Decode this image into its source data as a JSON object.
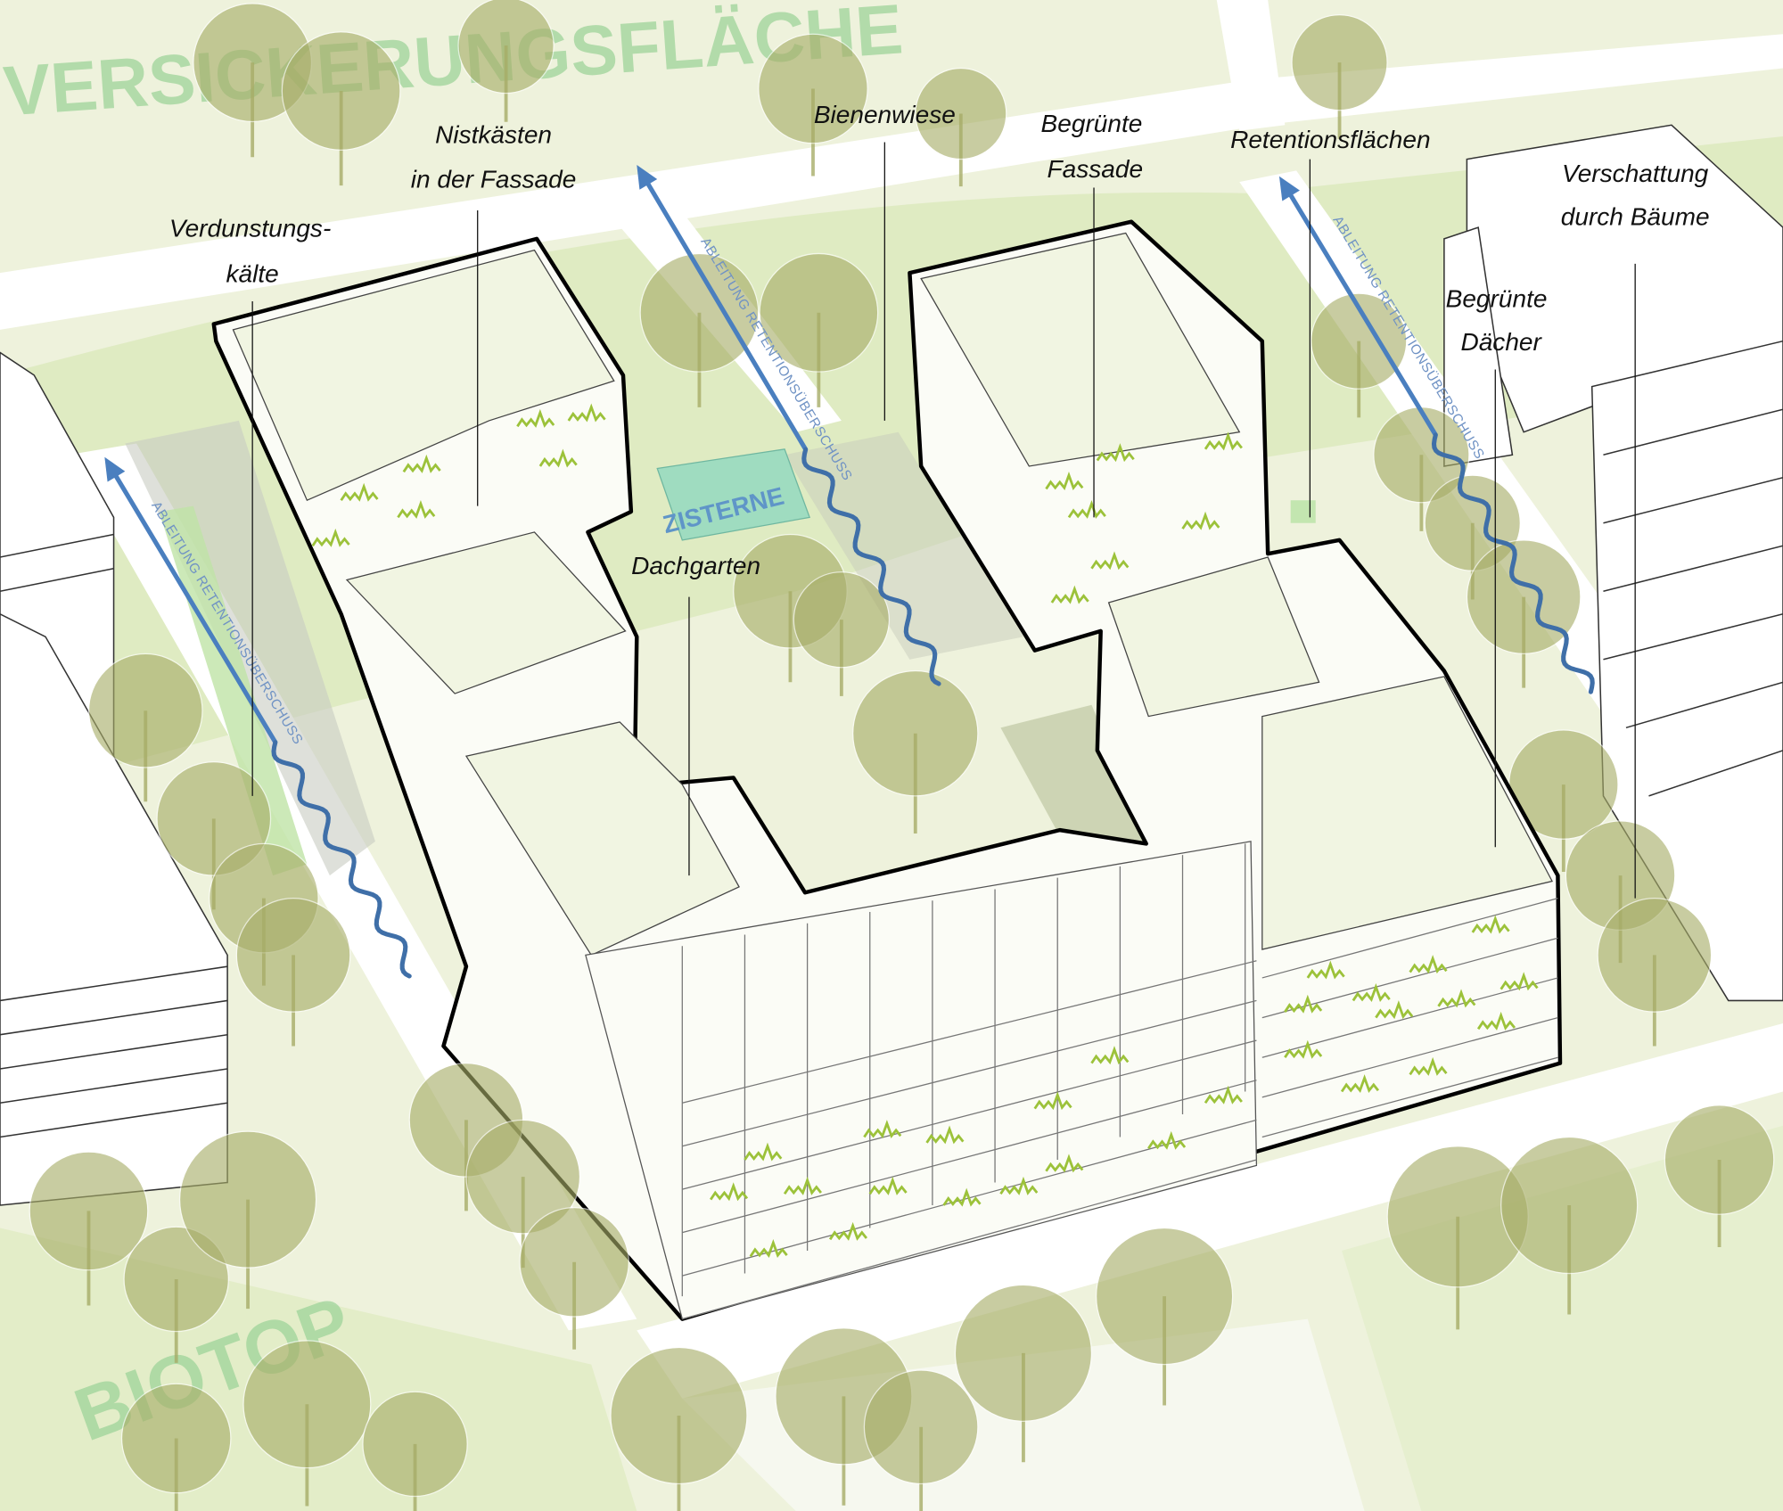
{
  "labels": {
    "verdunstung_1": "Verdunstungs-",
    "verdunstung_2": "kälte",
    "nistkaesten_1": "Nistkästen",
    "nistkaesten_2": "in der Fassade",
    "bienenwiese": "Bienenwiese",
    "fassade_1": "Begrünte",
    "fassade_2": "Fassade",
    "retention": "Retentionsflächen",
    "verschattung_1": "Verschattung",
    "verschattung_2": "durch Bäume",
    "daecher_1": "Begrünte",
    "daecher_2": "Dächer",
    "dachgarten": "Dachgarten"
  },
  "areas": {
    "versickerung": "VERSICKERUNGSFLÄCHE",
    "biotop": "BIOTOP",
    "zisterne": "ZISTERNE"
  },
  "flows": {
    "left": "ABLEITUNG RETENTIONSÜBERSCHUSS",
    "middle": "ABLEITUNG RETENTIONSÜBERSCHUSS",
    "right": "ABLEITUNG RETENTIONSÜBERSCHUSS"
  },
  "colors": {
    "ground": "#eef2dc",
    "meadow": "#d9e8b8",
    "road": "#ffffff",
    "tree": "#a7ad68",
    "roof": "#f1f5e2",
    "water": "#4a7fbf",
    "cistern": "#9fdcc0",
    "facade_green": "#9cc23a"
  }
}
